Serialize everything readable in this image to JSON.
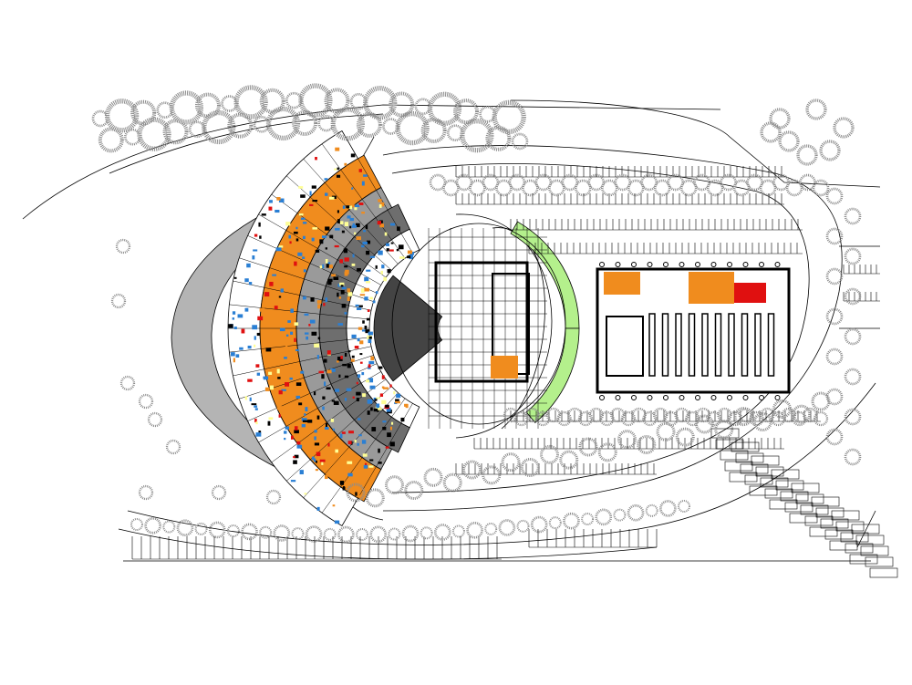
{
  "drawing": {
    "type": "architectural site plan",
    "colors": {
      "line": "#000000",
      "tree": "#8c8c8c",
      "shell": "#b4b4b4",
      "orange": "#f08c1e",
      "blue": "#2a7fd4",
      "red": "#e01010",
      "green": "#b4f08c",
      "yellow": "#ffff96",
      "seating": "#444444"
    },
    "icons": [
      "tree-symbol",
      "column-grid-marker",
      "parking-stall"
    ]
  }
}
